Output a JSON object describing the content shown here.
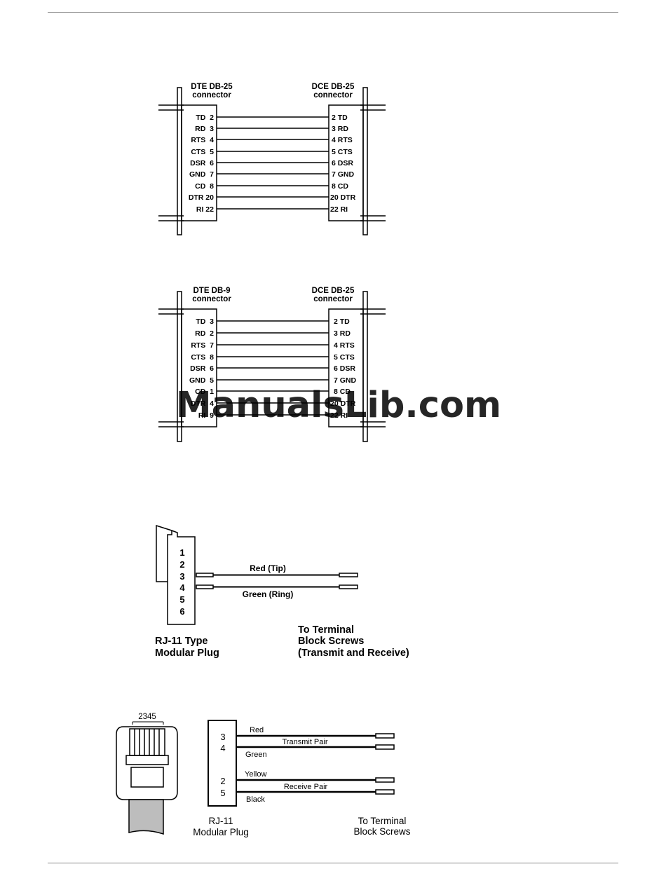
{
  "diagram1": {
    "left_header": [
      "DTE DB-25",
      "connector"
    ],
    "right_header": [
      "DCE DB-25",
      "connector"
    ],
    "pins": [
      {
        "left": "TD  2",
        "right": "2 TD"
      },
      {
        "left": "RD  3",
        "right": "3 RD"
      },
      {
        "left": "RTS  4",
        "right": "4 RTS"
      },
      {
        "left": "CTS  5",
        "right": "5 CTS"
      },
      {
        "left": "DSR  6",
        "right": "6 DSR"
      },
      {
        "left": "GND  7",
        "right": "7 GND"
      },
      {
        "left": "CD  8",
        "right": "8 CD"
      },
      {
        "left": "DTR 20",
        "right": "20 DTR"
      },
      {
        "left": "RI 22",
        "right": "22 RI"
      }
    ]
  },
  "diagram2": {
    "left_header": [
      "DTE DB-9",
      "connector"
    ],
    "right_header": [
      "DCE DB-25",
      "connector"
    ],
    "pins": [
      {
        "left": "TD  3",
        "right": "2 TD"
      },
      {
        "left": "RD  2",
        "right": "3 RD"
      },
      {
        "left": "RTS  7",
        "right": "4 RTS"
      },
      {
        "left": "CTS  8",
        "right": "5 CTS"
      },
      {
        "left": "DSR  6",
        "right": "6 DSR"
      },
      {
        "left": "GND  5",
        "right": "7 GND"
      },
      {
        "left": "CD  1",
        "right": "8 CD"
      },
      {
        "left": "DTR  4",
        "right": "20 DTR"
      },
      {
        "left": "RI  9",
        "right": "22 RI"
      }
    ]
  },
  "diagram3": {
    "pins": [
      "1",
      "2",
      "3",
      "4",
      "5",
      "6"
    ],
    "wire_top": "Red (Tip)",
    "wire_bottom": "Green (Ring)",
    "plug_label": [
      "RJ-11 Type",
      "Modular Plug"
    ],
    "dest_label": [
      "To Terminal",
      "Block Screws",
      "(Transmit and Receive)"
    ]
  },
  "diagram4": {
    "jack_numbers": "2345",
    "pin_pairs": [
      [
        "3",
        "4"
      ],
      [
        "2",
        "5"
      ]
    ],
    "wires": {
      "red": "Red",
      "transmit": "Transmit Pair",
      "green": "Green",
      "yellow": "Yellow",
      "receive": "Receive Pair",
      "black": "Black"
    },
    "plug_label": [
      "RJ-11",
      "Modular Plug"
    ],
    "dest_label": [
      "To Terminal",
      "Block Screws"
    ]
  },
  "watermark": "ManualsLib.com",
  "colors": {
    "ink": "#000000",
    "watermark": "#a9c4ee",
    "rule": "#888888",
    "cable": "#bdbdbd"
  }
}
